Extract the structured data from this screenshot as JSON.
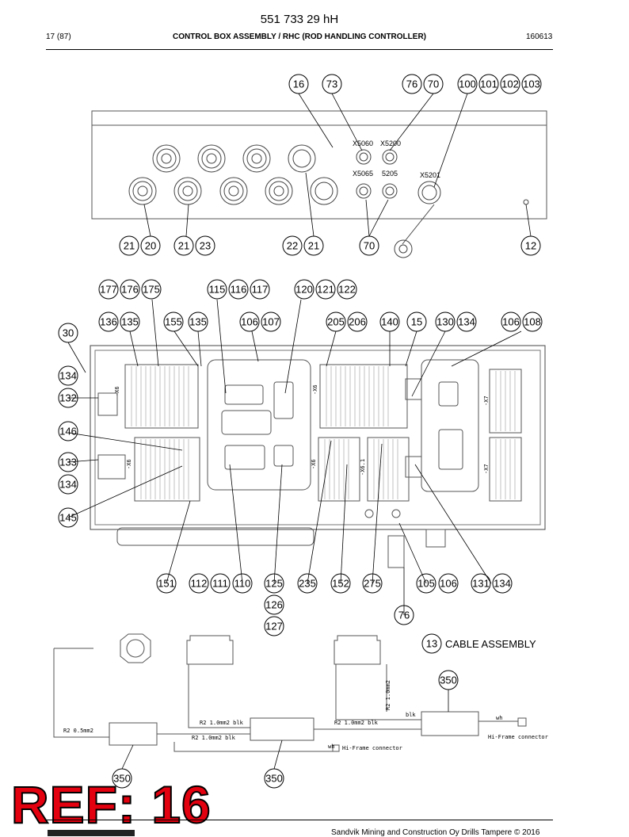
{
  "header": {
    "doc_number": "551 733 29 hH",
    "page": "17 (87)",
    "title": "CONTROL BOX ASSEMBLY / RHC (ROD HANDLING CONTROLLER)",
    "date": "160613"
  },
  "top_view": {
    "connector_labels": [
      "X5060",
      "X5200",
      "X5065",
      "5205",
      "X5201"
    ],
    "callouts_top": [
      "16",
      "73",
      "76",
      "70",
      "100",
      "101",
      "102",
      "103"
    ],
    "callouts_bottom": [
      "21",
      "20",
      "21",
      "23",
      "22",
      "21",
      "70",
      "12"
    ]
  },
  "front_view": {
    "callouts_top_row1": [
      "177",
      "176",
      "175",
      "115",
      "116",
      "117",
      "120",
      "121",
      "122"
    ],
    "callouts_top_row2": [
      "136",
      "135",
      "155",
      "135",
      "106",
      "107",
      "205",
      "206",
      "140",
      "15",
      "130",
      "134",
      "106",
      "108"
    ],
    "callouts_left": [
      "30",
      "134",
      "132",
      "146",
      "133",
      "134",
      "145"
    ],
    "callouts_bottom": [
      "151",
      "112",
      "111",
      "110",
      "125",
      "235",
      "152",
      "275",
      "105",
      "106",
      "131",
      "134"
    ],
    "callouts_extra": [
      "126",
      "127",
      "76"
    ],
    "terminal_labels": [
      "-X6",
      "-X6",
      "-X6",
      "-X6",
      "-X6.1",
      "-X7",
      "-X7"
    ]
  },
  "cable_assembly": {
    "callout": "13",
    "title": "CABLE ASSEMBLY",
    "callouts": [
      "350",
      "350",
      "350"
    ],
    "wire_labels": [
      "R2 0.5mm2",
      "R2 1.0mm2 blk",
      "R2 1.0mm2 blk",
      "R2 1.0mm2 blk",
      "R2 1.0mm2",
      "blk",
      "wh",
      "wh"
    ],
    "connector_labels": [
      "Hi-Frame connector",
      "Hi-Frame connector"
    ]
  },
  "stamp": "REF: 16",
  "footer": "Sandvik Mining and Construction Oy Drills Tampere © 2016"
}
